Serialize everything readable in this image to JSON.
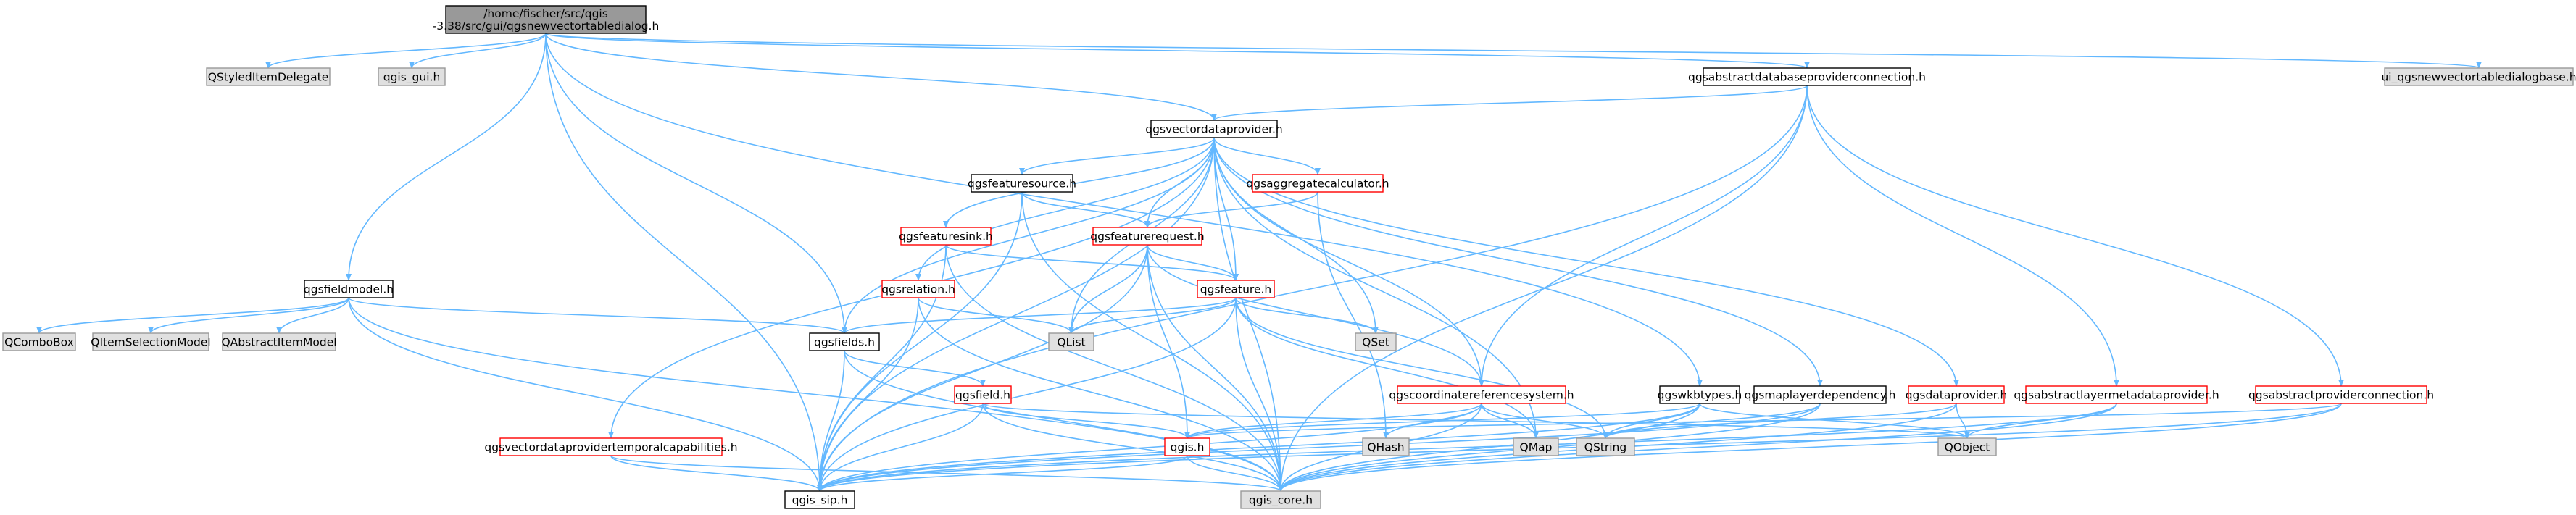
{
  "colors": {
    "edge": "#63b8ff",
    "root_fill": "#999999",
    "internal_fill": "#ffffff",
    "internal_stroke": "#000000",
    "truncated_stroke": "#ff0000",
    "external_fill": "#e0e0e0",
    "external_stroke": "#999999"
  },
  "nodes": [
    {
      "id": "root",
      "label": [
        "/home/fischer/src/qgis",
        "-3.38/src/gui/qgsnewvectortabledialog.h"
      ],
      "kind": "root"
    },
    {
      "id": "qstyleditemdelegate",
      "label": [
        "QStyledItemDelegate"
      ],
      "kind": "external"
    },
    {
      "id": "qgis_gui",
      "label": [
        "qgis_gui.h"
      ],
      "kind": "external"
    },
    {
      "id": "qgsabstractdatabaseproviderconnection",
      "label": [
        "qgsabstractdatabaseproviderconnection.h"
      ],
      "kind": "internal"
    },
    {
      "id": "ui_qgsnewvectortabledialogbase",
      "label": [
        "ui_qgsnewvectortabledialogbase.h"
      ],
      "kind": "external"
    },
    {
      "id": "qgsvectordataprovider",
      "label": [
        "qgsvectordataprovider.h"
      ],
      "kind": "internal"
    },
    {
      "id": "qgsfeaturesource",
      "label": [
        "qgsfeaturesource.h"
      ],
      "kind": "internal"
    },
    {
      "id": "qgsaggregatecalculator",
      "label": [
        "qgsaggregatecalculator.h"
      ],
      "kind": "truncated"
    },
    {
      "id": "qgsfeaturerequest",
      "label": [
        "qgsfeaturerequest.h"
      ],
      "kind": "truncated"
    },
    {
      "id": "qgsfeaturesink",
      "label": [
        "qgsfeaturesink.h"
      ],
      "kind": "truncated"
    },
    {
      "id": "qgsfeature",
      "label": [
        "qgsfeature.h"
      ],
      "kind": "truncated"
    },
    {
      "id": "qgsrelation",
      "label": [
        "qgsrelation.h"
      ],
      "kind": "truncated"
    },
    {
      "id": "qgsfieldmodel",
      "label": [
        "qgsfieldmodel.h"
      ],
      "kind": "internal"
    },
    {
      "id": "qcombobox",
      "label": [
        "QComboBox"
      ],
      "kind": "external"
    },
    {
      "id": "qitemselectionmodel",
      "label": [
        "QItemSelectionModel"
      ],
      "kind": "external"
    },
    {
      "id": "qabstractitemmodel",
      "label": [
        "QAbstractItemModel"
      ],
      "kind": "external"
    },
    {
      "id": "qgsfields",
      "label": [
        "qgsfields.h"
      ],
      "kind": "internal"
    },
    {
      "id": "qlist",
      "label": [
        "QList"
      ],
      "kind": "external"
    },
    {
      "id": "qset",
      "label": [
        "QSet"
      ],
      "kind": "external"
    },
    {
      "id": "qgsfield",
      "label": [
        "qgsfield.h"
      ],
      "kind": "truncated"
    },
    {
      "id": "qgscoordinatereferencesystem",
      "label": [
        "qgscoordinatereferencesystem.h"
      ],
      "kind": "truncated"
    },
    {
      "id": "qgswkbtypes",
      "label": [
        "qgswkbtypes.h"
      ],
      "kind": "internal"
    },
    {
      "id": "qgsmaplayerdependency",
      "label": [
        "qgsmaplayerdependency.h"
      ],
      "kind": "internal"
    },
    {
      "id": "qgsdataprovider",
      "label": [
        "qgsdataprovider.h"
      ],
      "kind": "truncated"
    },
    {
      "id": "qgsabstractlayermetadataprovider",
      "label": [
        "qgsabstractlayermetadataprovider.h"
      ],
      "kind": "truncated"
    },
    {
      "id": "qgsabstractproviderconnection",
      "label": [
        "qgsabstractproviderconnection.h"
      ],
      "kind": "truncated"
    },
    {
      "id": "qgsvectordataprovidertemporalcapabilities",
      "label": [
        "qgsvectordataprovidertemporalcapabilities.h"
      ],
      "kind": "truncated"
    },
    {
      "id": "qgis",
      "label": [
        "qgis.h"
      ],
      "kind": "truncated"
    },
    {
      "id": "qhash",
      "label": [
        "QHash"
      ],
      "kind": "external"
    },
    {
      "id": "qmap",
      "label": [
        "QMap"
      ],
      "kind": "external"
    },
    {
      "id": "qstring",
      "label": [
        "QString"
      ],
      "kind": "external"
    },
    {
      "id": "qobject",
      "label": [
        "QObject"
      ],
      "kind": "external"
    },
    {
      "id": "qgis_sip",
      "label": [
        "qgis_sip.h"
      ],
      "kind": "internal"
    },
    {
      "id": "qgis_core",
      "label": [
        "qgis_core.h"
      ],
      "kind": "external"
    }
  ],
  "edges": [
    [
      "root",
      "qstyleditemdelegate"
    ],
    [
      "root",
      "qgis_gui"
    ],
    [
      "root",
      "qgsabstractdatabaseproviderconnection"
    ],
    [
      "root",
      "ui_qgsnewvectortabledialogbase"
    ],
    [
      "root",
      "qgsvectordataprovider"
    ],
    [
      "root",
      "qgsfieldmodel"
    ],
    [
      "root",
      "qgsfields"
    ],
    [
      "root",
      "qgis_sip"
    ],
    [
      "root",
      "qgswkbtypes"
    ],
    [
      "qgsabstractdatabaseproviderconnection",
      "qgsvectordataprovider"
    ],
    [
      "qgsabstractdatabaseproviderconnection",
      "qgscoordinatereferencesystem"
    ],
    [
      "qgsabstractdatabaseproviderconnection",
      "qgsabstractlayermetadataprovider"
    ],
    [
      "qgsabstractdatabaseproviderconnection",
      "qgsabstractproviderconnection"
    ],
    [
      "qgsabstractdatabaseproviderconnection",
      "qgis_sip"
    ],
    [
      "qgsabstractdatabaseproviderconnection",
      "qgis_core"
    ],
    [
      "qgsvectordataprovider",
      "qgsfeaturesource"
    ],
    [
      "qgsvectordataprovider",
      "qgsaggregatecalculator"
    ],
    [
      "qgsvectordataprovider",
      "qgsfeaturerequest"
    ],
    [
      "qgsvectordataprovider",
      "qgsfeaturesink"
    ],
    [
      "qgsvectordataprovider",
      "qgsfeature"
    ],
    [
      "qgsvectordataprovider",
      "qgsrelation"
    ],
    [
      "qgsvectordataprovider",
      "qgsfields"
    ],
    [
      "qgsvectordataprovider",
      "qlist"
    ],
    [
      "qgsvectordataprovider",
      "qset"
    ],
    [
      "qgsvectordataprovider",
      "qgscoordinatereferencesystem"
    ],
    [
      "qgsvectordataprovider",
      "qgsmaplayerdependency"
    ],
    [
      "qgsvectordataprovider",
      "qgsdataprovider"
    ],
    [
      "qgsvectordataprovider",
      "qgsvectordataprovidertemporalcapabilities"
    ],
    [
      "qgsvectordataprovider",
      "qmap"
    ],
    [
      "qgsvectordataprovider",
      "qgis_sip"
    ],
    [
      "qgsvectordataprovider",
      "qgis_core"
    ],
    [
      "qgsfeaturesource",
      "qgsfeaturerequest"
    ],
    [
      "qgsfeaturesource",
      "qgis_sip"
    ],
    [
      "qgsfeaturesource",
      "qgis_core"
    ],
    [
      "qgsaggregatecalculator",
      "qgsfeaturerequest"
    ],
    [
      "qgsaggregatecalculator",
      "qhash"
    ],
    [
      "qgsfeaturerequest",
      "qgsfeature"
    ],
    [
      "qgsfeaturerequest",
      "qlist"
    ],
    [
      "qgsfeaturerequest",
      "qgis"
    ],
    [
      "qgsfeaturerequest",
      "qgscoordinatereferencesystem"
    ],
    [
      "qgsfeaturerequest",
      "qgis_sip"
    ],
    [
      "qgsfeaturerequest",
      "qgis_core"
    ],
    [
      "qgsfeaturesink",
      "qgsfeature"
    ],
    [
      "qgsfeaturesink",
      "qgis_sip"
    ],
    [
      "qgsfeaturesink",
      "qgis_core"
    ],
    [
      "qgsfeature",
      "qgsfields"
    ],
    [
      "qgsfeature",
      "qlist"
    ],
    [
      "qgsfeature",
      "qset"
    ],
    [
      "qgsfeature",
      "qmap"
    ],
    [
      "qgsfeature",
      "qstring"
    ],
    [
      "qgsfeature",
      "qgis_sip"
    ],
    [
      "qgsfeature",
      "qgis_core"
    ],
    [
      "qgsrelation",
      "qlist"
    ],
    [
      "qgsrelation",
      "qgis_sip"
    ],
    [
      "qgsrelation",
      "qgis_core"
    ],
    [
      "qgsfieldmodel",
      "qcombobox"
    ],
    [
      "qgsfieldmodel",
      "qitemselectionmodel"
    ],
    [
      "qgsfieldmodel",
      "qabstractitemmodel"
    ],
    [
      "qgsfieldmodel",
      "qgsfields"
    ],
    [
      "qgsfieldmodel",
      "qgis_sip"
    ],
    [
      "qgsfieldmodel",
      "qgis_core"
    ],
    [
      "qgsfields",
      "qgsfield"
    ],
    [
      "qgsfields",
      "qgis_sip"
    ],
    [
      "qgsfields",
      "qgis_core"
    ],
    [
      "qgsfield",
      "qgis"
    ],
    [
      "qgsfield",
      "qobject"
    ],
    [
      "qgsfield",
      "qgis_sip"
    ],
    [
      "qgsfield",
      "qgis_core"
    ],
    [
      "qgscoordinatereferencesystem",
      "qgis"
    ],
    [
      "qgscoordinatereferencesystem",
      "qhash"
    ],
    [
      "qgscoordinatereferencesystem",
      "qmap"
    ],
    [
      "qgscoordinatereferencesystem",
      "qstring"
    ],
    [
      "qgscoordinatereferencesystem",
      "qgis_sip"
    ],
    [
      "qgscoordinatereferencesystem",
      "qgis_core"
    ],
    [
      "qgswkbtypes",
      "qobject"
    ],
    [
      "qgswkbtypes",
      "qstring"
    ],
    [
      "qgswkbtypes",
      "qgis"
    ],
    [
      "qgswkbtypes",
      "qgis_sip"
    ],
    [
      "qgswkbtypes",
      "qgis_core"
    ],
    [
      "qgsmaplayerdependency",
      "qstring"
    ],
    [
      "qgsmaplayerdependency",
      "qgis_sip"
    ],
    [
      "qgsmaplayerdependency",
      "qgis_core"
    ],
    [
      "qgsdataprovider",
      "qobject"
    ],
    [
      "qgsdataprovider",
      "qstring"
    ],
    [
      "qgsdataprovider",
      "qgis_core"
    ],
    [
      "qgsabstractlayermetadataprovider",
      "qobject"
    ],
    [
      "qgsabstractlayermetadataprovider",
      "qgis_sip"
    ],
    [
      "qgsabstractlayermetadataprovider",
      "qgis_core"
    ],
    [
      "qgsabstractproviderconnection",
      "qgis"
    ],
    [
      "qgsabstractproviderconnection",
      "qgis_sip"
    ],
    [
      "qgsabstractproviderconnection",
      "qgis_core"
    ],
    [
      "qgsvectordataprovidertemporalcapabilities",
      "qgis_sip"
    ],
    [
      "qgsvectordataprovidertemporalcapabilities",
      "qgis_core"
    ],
    [
      "qgis",
      "qgis_sip"
    ],
    [
      "qgis",
      "qgis_core"
    ]
  ]
}
